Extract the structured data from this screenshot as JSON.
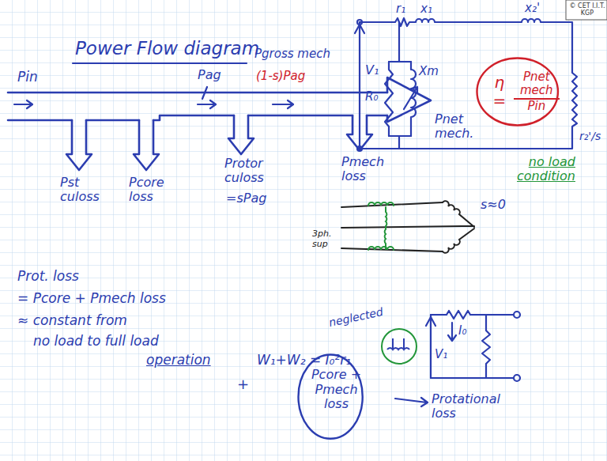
{
  "diagram": {
    "title": "Power Flow diagram",
    "nodes": [
      {
        "text": [
          "η =",
          "Pnet mech",
          "Pin"
        ]
      },
      {
        "text": [
          "Pcore + Pmech loss"
        ]
      }
    ],
    "labels": [
      "© CET I.I.T. KGP",
      "r₁",
      "x₁",
      "x₂'",
      "V₁",
      "R₀",
      "Xm",
      "r₂'/s",
      "Pin",
      "Pag",
      "Pgross mech",
      "(1-s)Pag",
      "Pnet mech.",
      "Pst culoss",
      "Pcore loss",
      "Protor culoss",
      "=sPag",
      "Pmech loss",
      "no load condition",
      "s≈0",
      "3ph. sup",
      "Prot. loss",
      "= Pcore + Pmech loss",
      "≈ constant from",
      "no load to full load",
      "operation",
      "W₁+W₂ = I₀²r₁",
      "neglected",
      "+",
      "Protational loss",
      "V₁",
      "I₀"
    ]
  }
}
